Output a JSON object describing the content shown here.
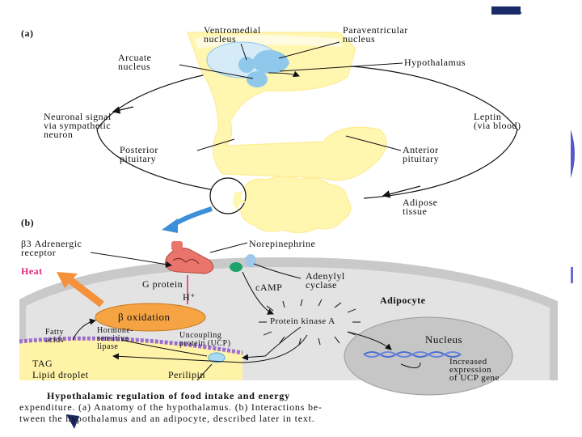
{
  "panel_a": {
    "tag": "(a)",
    "ventromedial": "Ventromedial\nnucleus",
    "paraventricular": "Paraventricular\nnucleus",
    "arcuate": "Arcuate\nnucleus",
    "hypothalamus": "Hypothalamus",
    "neuronal_signal": "Neuronal signal\nvia sympathetic\nneuron",
    "leptin": "Leptin\n(via blood)",
    "posterior_pituitary": "Posterior\npituitary",
    "anterior_pituitary": "Anterior\npituitary",
    "adipose_tissue": "Adipose\ntissue"
  },
  "panel_b": {
    "tag": "(b)",
    "beta3_receptor": "β3 Adrenergic\nreceptor",
    "norepinephrine": "Norepinephrine",
    "heat": "Heat",
    "g_protein": "G protein",
    "adenylyl_cyclase": "Adenylyl\ncyclase",
    "camp": "cAMP",
    "h_plus": "H⁺",
    "adipocyte": "Adipocyte",
    "beta_oxidation": "β oxidation",
    "protein_kinase_a": "Protein kinase A",
    "fatty_acids": "Fatty\nacids",
    "hormone_sensitive_lipase": "Hormone-\nsensitive\nlipase",
    "ucp": "Uncoupling\nprotein (UCP)",
    "nucleus": "Nucleus",
    "tag_label": "TAG",
    "lipid_droplet": "Lipid droplet",
    "perilipin": "Perilipin",
    "increased_expression": "Increased\nexpression\nof UCP gene"
  },
  "caption": {
    "line1": "Hypothalamic regulation of food intake and energy",
    "line2": "expenditure. (a) Anatomy of the hypothalamus. (b) Interactions be-",
    "line3": "tween the hypothalamus and an adipocyte, described later in text."
  },
  "colors": {
    "brain_yellow": "#fff6b0",
    "nucleus_blue": "#8fc8ea",
    "heat_orange": "#f4913a",
    "heat_text": "#e0287d",
    "oxidation_orange": "#f6a443",
    "cell_gray": "#c9c9c9",
    "cytosol_gray": "#e3e3e3",
    "droplet_yellow": "#fff3a8",
    "mito_red": "#e8746b",
    "arrow_blue": "#3a8fd8"
  },
  "icons": [
    "corner-logo-icon",
    "curved-blue-arrow-icon",
    "heat-arrow-icon"
  ]
}
